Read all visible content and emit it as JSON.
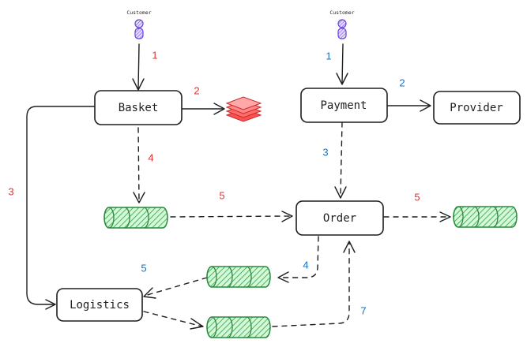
{
  "actors": {
    "customer_left": "Customer",
    "customer_right": "Customer"
  },
  "nodes": {
    "basket": "Basket",
    "payment": "Payment",
    "provider": "Provider",
    "order": "Order",
    "logistics": "Logistics"
  },
  "steps": {
    "customer_to_basket": "1",
    "basket_to_cache": "2",
    "basket_to_logistics": "3",
    "basket_to_queue": "4",
    "queue_to_order": "5",
    "order_to_queue": "5",
    "customer_to_payment": "1",
    "payment_to_provider": "2",
    "payment_to_order": "3",
    "order_to_logistics_queue": "4",
    "queue_to_logistics": "5",
    "queue_to_order_back": "7"
  },
  "colors": {
    "red_steps": "#e03131",
    "blue_steps": "#1971c2",
    "queue": "#2b8a3e",
    "actor": "#6741d9",
    "cache": "#e03131"
  },
  "icons": {
    "actor": "person-icon",
    "cache": "layers-stack-icon",
    "queue": "cylinder-queue-icon"
  }
}
